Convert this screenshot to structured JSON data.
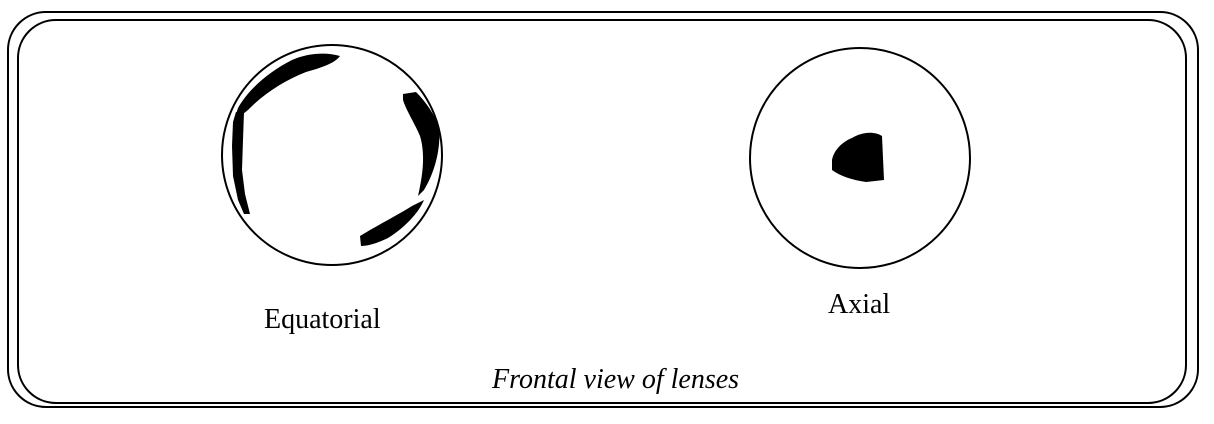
{
  "lenses": [
    {
      "label": "Equatorial"
    },
    {
      "label": "Axial"
    }
  ],
  "caption": "Frontal view of lenses"
}
